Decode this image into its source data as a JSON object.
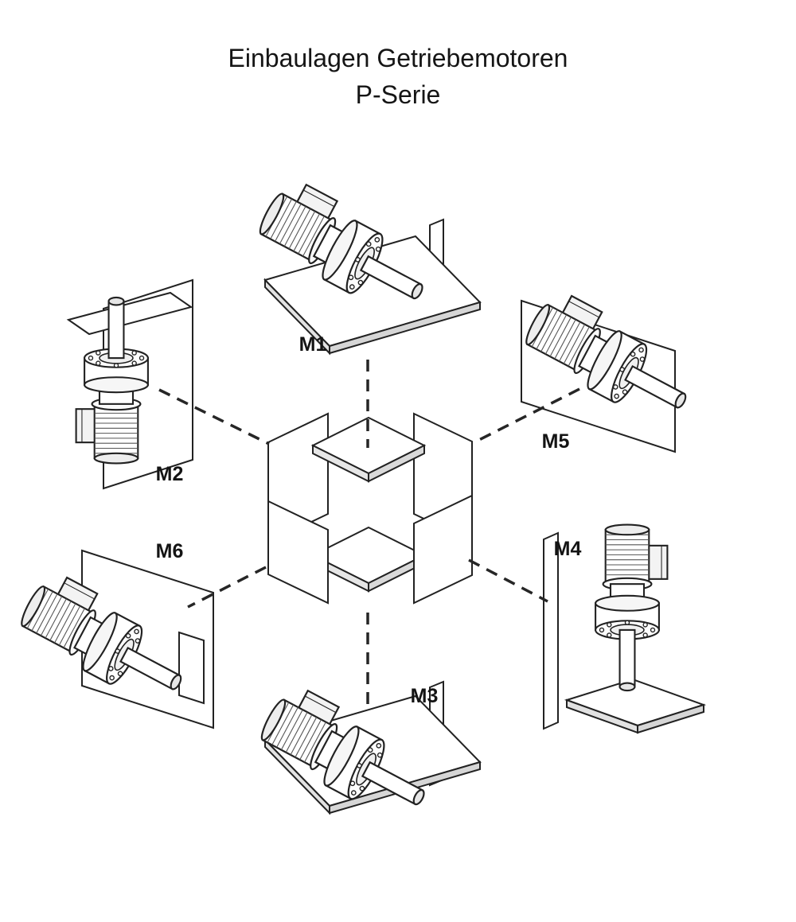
{
  "title": {
    "line1": "Einbaulagen Getriebemotoren",
    "line2": "P-Serie"
  },
  "positions": [
    {
      "id": "M1",
      "label": "M1"
    },
    {
      "id": "M2",
      "label": "M2"
    },
    {
      "id": "M3",
      "label": "M3"
    },
    {
      "id": "M4",
      "label": "M4"
    },
    {
      "id": "M5",
      "label": "M5"
    },
    {
      "id": "M6",
      "label": "M6"
    }
  ],
  "colors": {
    "line": "#222222",
    "plate_fill": "#ffffff",
    "edge_shade": "#dedede",
    "background": "#ffffff"
  }
}
